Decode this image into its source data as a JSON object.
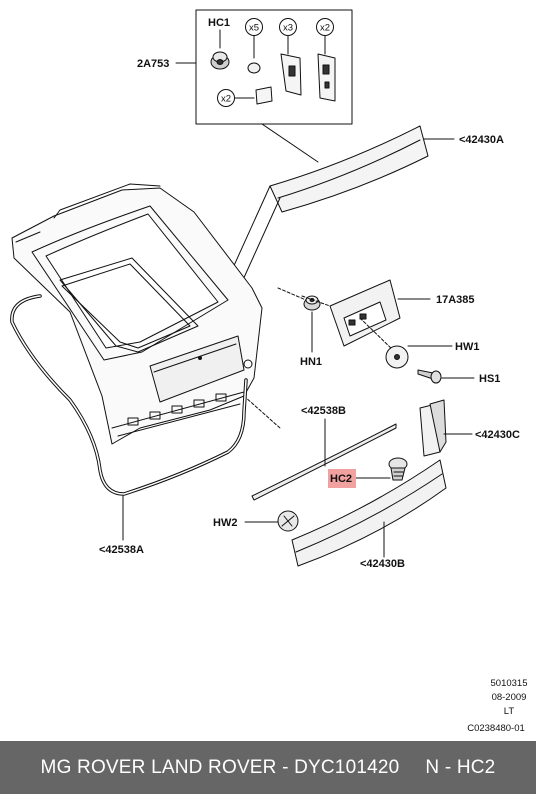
{
  "labels": {
    "hc1": "HC1",
    "x5": "x5",
    "x3": "x3",
    "x2a": "x2",
    "x2b": "x2",
    "p2a753": "2A753",
    "p42430a": "<42430A",
    "p17a385": "17A385",
    "hn1": "HN1",
    "hw1": "HW1",
    "hs1": "HS1",
    "p42538b": "<42538B",
    "p42430c": "<42430C",
    "hc2": "HC2",
    "hw2": "HW2",
    "p42538a": "<42538A",
    "p42430b": "<42430B"
  },
  "stamp": {
    "line1": "5010315",
    "line2": "08-2009",
    "line3": "LT",
    "line4": "C0238480-01"
  },
  "footer": {
    "left": "MG ROVER LAND ROVER - DYC101420",
    "right": "N - HC2"
  },
  "colors": {
    "highlight": "#f2a1a1",
    "footer_bg": "#666666",
    "line": "#111111"
  }
}
